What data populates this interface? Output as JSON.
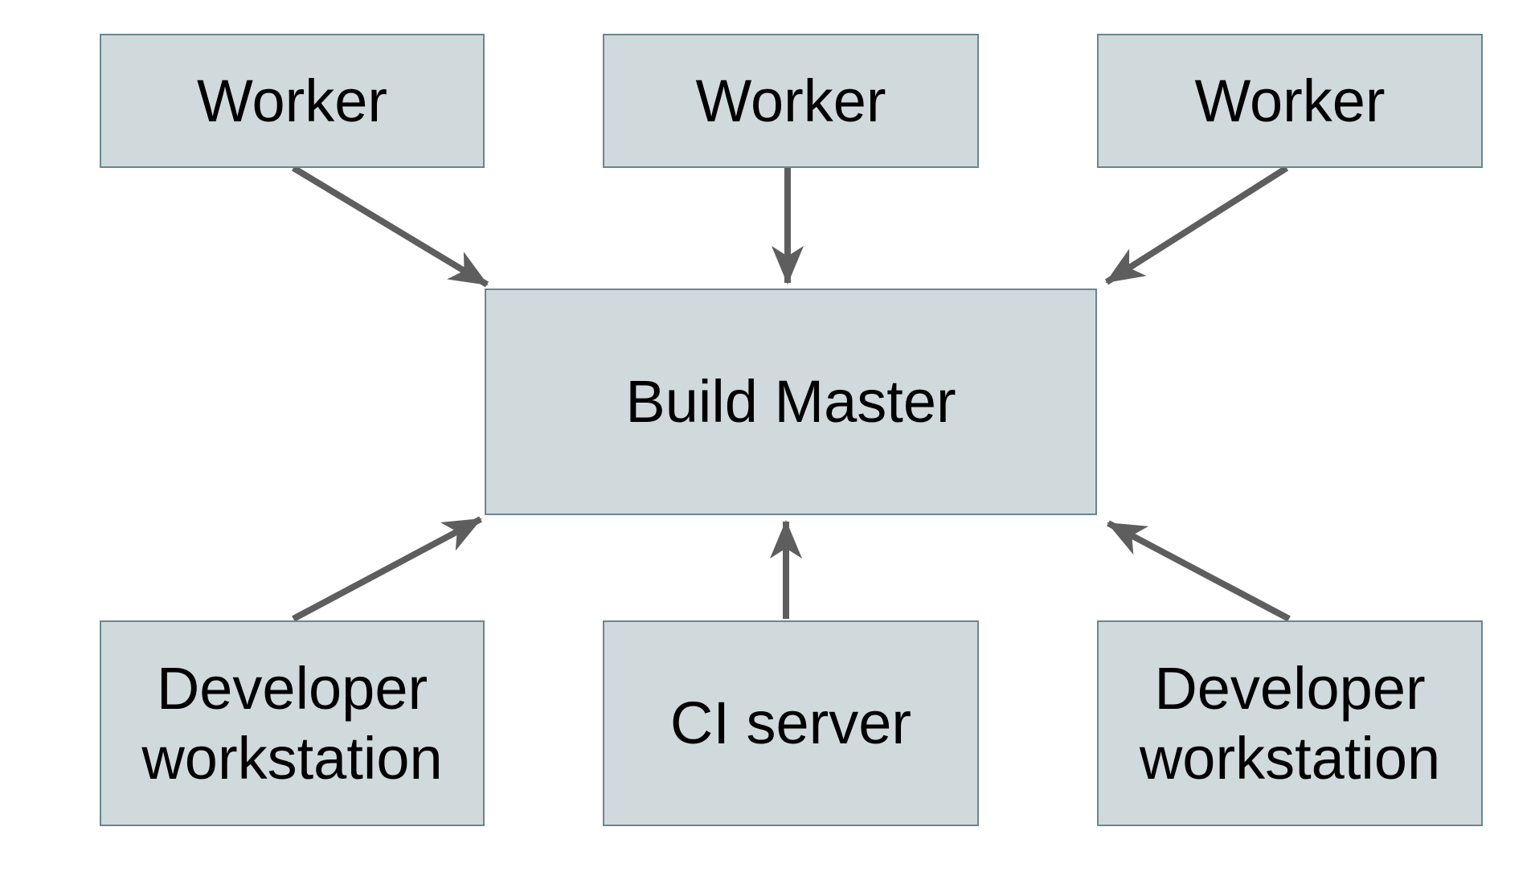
{
  "diagram": {
    "colors": {
      "background": "#ffffff",
      "box_fill": "#d0d9db",
      "box_border": "#6a8692",
      "arrow_color": "#5e5e5e",
      "text_color": "#000000"
    },
    "nodes": {
      "worker_left": {
        "label": "Worker"
      },
      "worker_center": {
        "label": "Worker"
      },
      "worker_right": {
        "label": "Worker"
      },
      "build_master": {
        "label": "Build Master"
      },
      "dev_left": {
        "label": "Developer\nworkstation"
      },
      "ci_server": {
        "label": "CI server"
      },
      "dev_right": {
        "label": "Developer\nworkstation"
      }
    },
    "edges": [
      {
        "from": "worker_left",
        "to": "build_master"
      },
      {
        "from": "worker_center",
        "to": "build_master"
      },
      {
        "from": "worker_right",
        "to": "build_master"
      },
      {
        "from": "dev_left",
        "to": "build_master"
      },
      {
        "from": "ci_server",
        "to": "build_master"
      },
      {
        "from": "dev_right",
        "to": "build_master"
      }
    ]
  }
}
